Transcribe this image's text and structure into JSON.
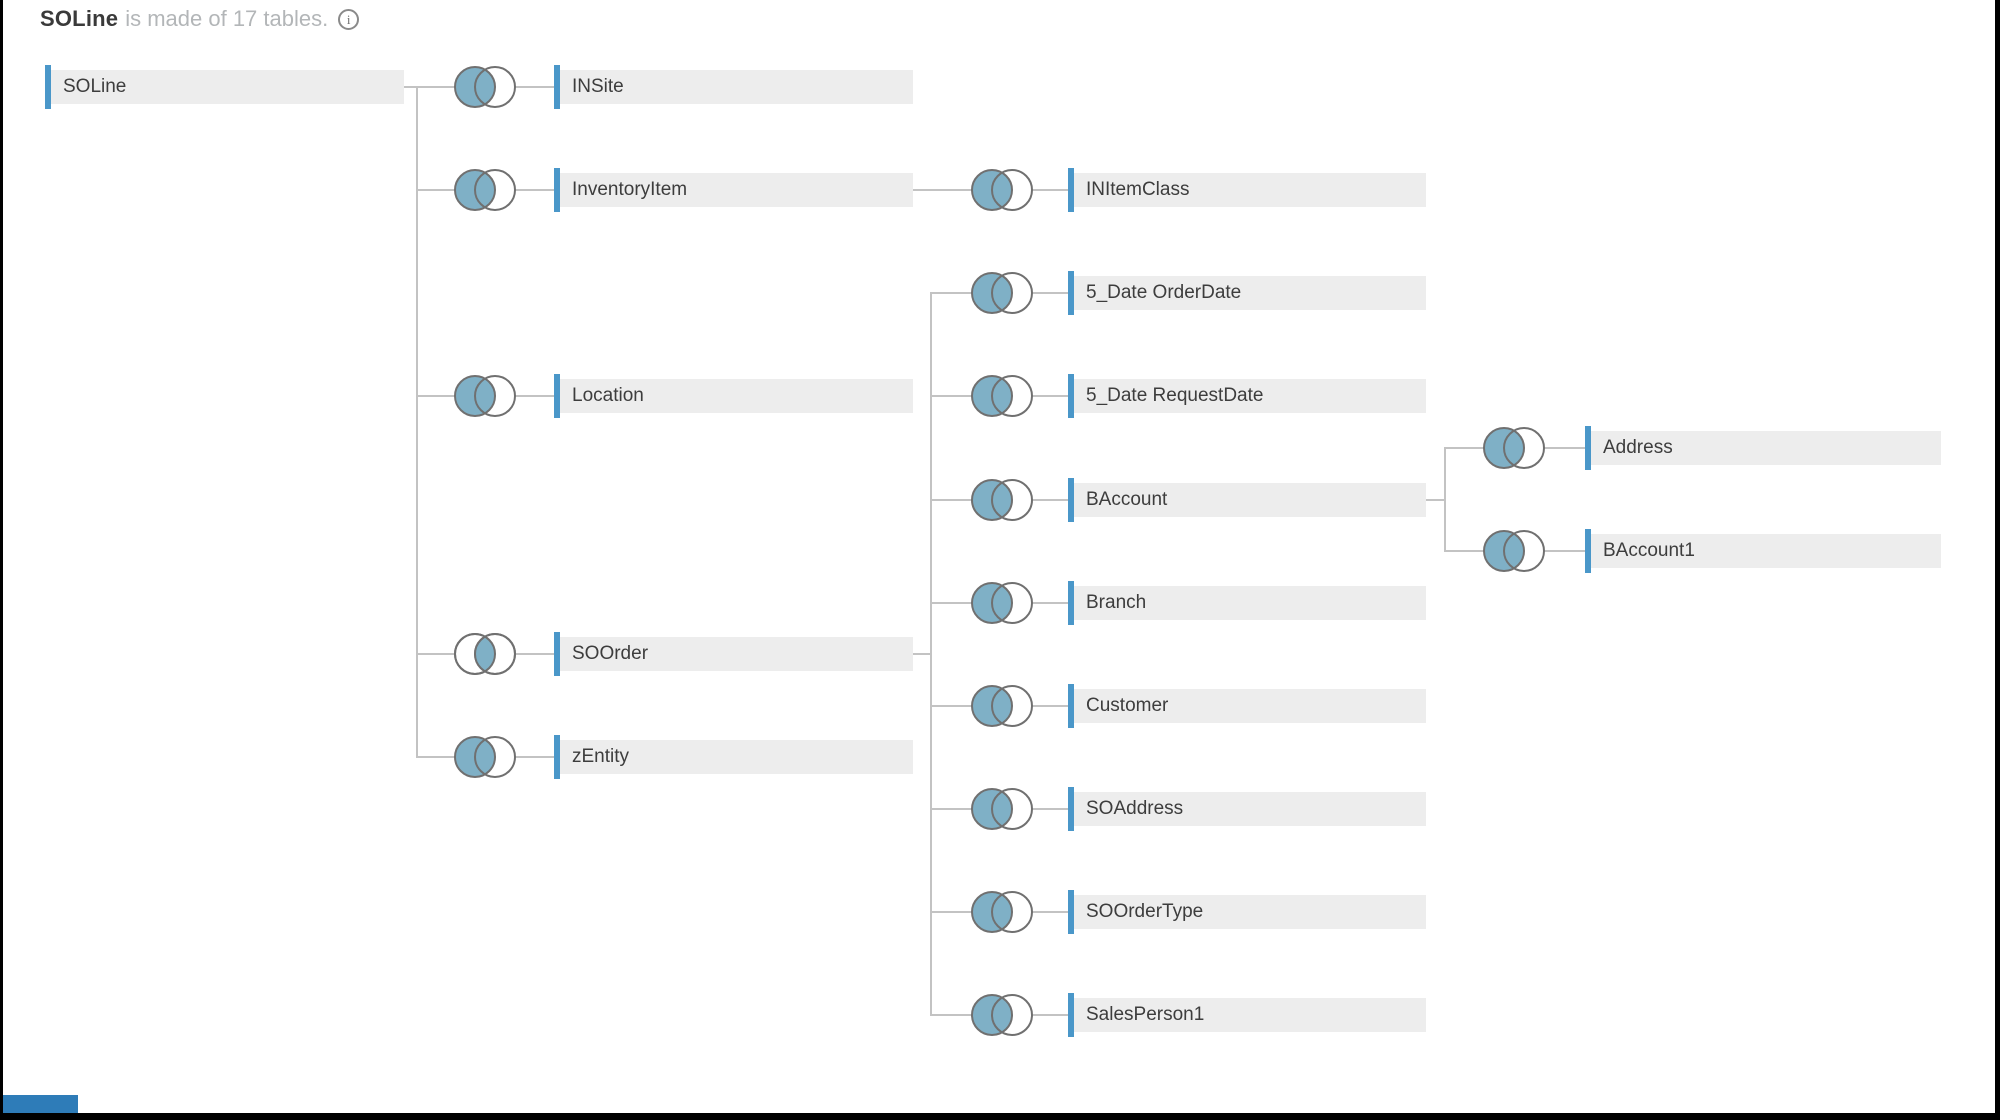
{
  "header": {
    "table_name": "SOLine",
    "subtitle": "is made of 17 tables.",
    "table_count": 17,
    "info_glyph": "i"
  },
  "colors": {
    "accent_bar": "#4a97c9",
    "venn_fill": "#7fb0c6",
    "venn_stroke": "#707070",
    "node_background": "#ededed",
    "node_text": "#3d3d3d",
    "connector": "#c3c3c3",
    "title_text": "#3a3a3a",
    "subtitle_text": "#b3b6b8",
    "corner_accent": "#2e7cb8",
    "frame": "#000000"
  },
  "nodes": [
    {
      "label": "SOLine",
      "join": "root"
    },
    {
      "label": "INSite",
      "join": "left"
    },
    {
      "label": "InventoryItem",
      "join": "left"
    },
    {
      "label": "Location",
      "join": "left"
    },
    {
      "label": "SOOrder",
      "join": "inner"
    },
    {
      "label": "zEntity",
      "join": "left"
    },
    {
      "label": "INItemClass",
      "join": "left"
    },
    {
      "label": "5_Date OrderDate",
      "join": "left"
    },
    {
      "label": "5_Date RequestDate",
      "join": "left"
    },
    {
      "label": "BAccount",
      "join": "left"
    },
    {
      "label": "Branch",
      "join": "left"
    },
    {
      "label": "Customer",
      "join": "left"
    },
    {
      "label": "SOAddress",
      "join": "left"
    },
    {
      "label": "SOOrderType",
      "join": "left"
    },
    {
      "label": "SalesPerson1",
      "join": "left"
    },
    {
      "label": "Address",
      "join": "left"
    },
    {
      "label": "BAccount1",
      "join": "left"
    }
  ],
  "relationships": {
    "SOLine": [
      "INSite",
      "InventoryItem",
      "Location",
      "SOOrder",
      "zEntity"
    ],
    "InventoryItem": [
      "INItemClass"
    ],
    "SOOrder": [
      "5_Date OrderDate",
      "5_Date RequestDate",
      "BAccount",
      "Branch",
      "Customer",
      "SOAddress",
      "SOOrderType",
      "SalesPerson1"
    ],
    "BAccount": [
      "Address",
      "BAccount1"
    ]
  }
}
